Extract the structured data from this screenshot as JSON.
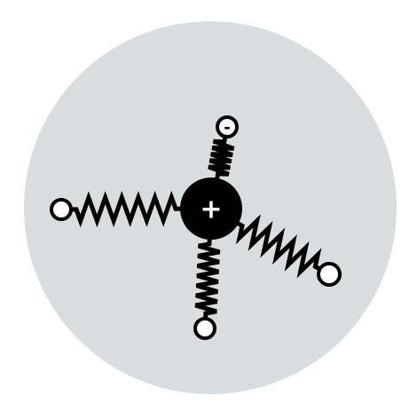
{
  "diagram": {
    "background_color": "#d8dee0",
    "ink_color": "#000000",
    "nucleus": {
      "label": "+",
      "label_color": "#ffffff",
      "icon": "plus-icon"
    },
    "springs": [
      {
        "id": "up",
        "end_label": "-"
      },
      {
        "id": "left",
        "end_label": ""
      },
      {
        "id": "down",
        "end_label": ""
      },
      {
        "id": "right",
        "end_label": ""
      }
    ]
  }
}
